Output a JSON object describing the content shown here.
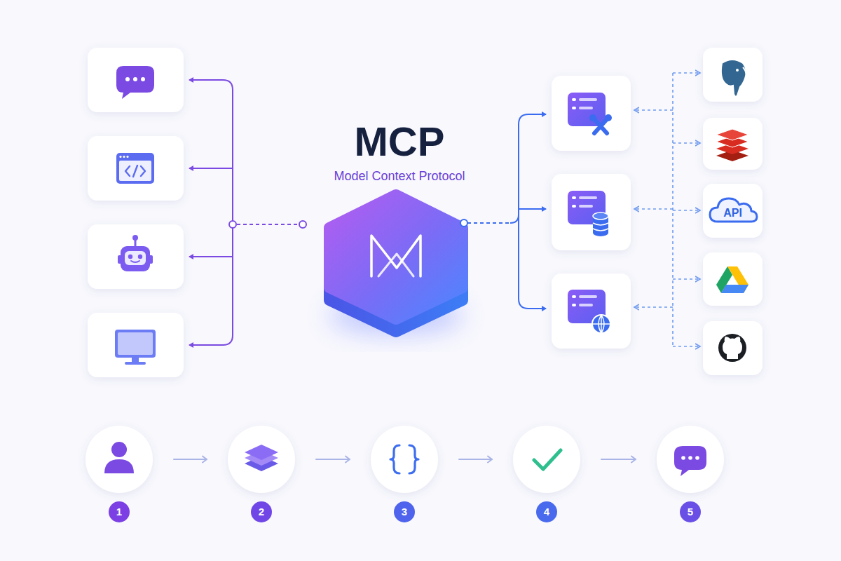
{
  "diagram": {
    "title": "MCP",
    "nodes": [
      {
        "text": [
          "API"
        ]
      },
      {
        "text": [
          "1"
        ]
      },
      {
        "text": [
          "2"
        ]
      },
      {
        "text": [
          "3"
        ]
      },
      {
        "text": [
          "4"
        ]
      },
      {
        "text": [
          "5"
        ]
      }
    ],
    "edges": [
      {
        "from": 1,
        "to": 2,
        "arrow": "to"
      },
      {
        "from": 2,
        "to": 3,
        "arrow": "to"
      },
      {
        "from": 3,
        "to": 4,
        "arrow": "to"
      },
      {
        "from": 4,
        "to": 5,
        "arrow": "to"
      }
    ],
    "labels": [
      "Model Context Protocol"
    ]
  }
}
